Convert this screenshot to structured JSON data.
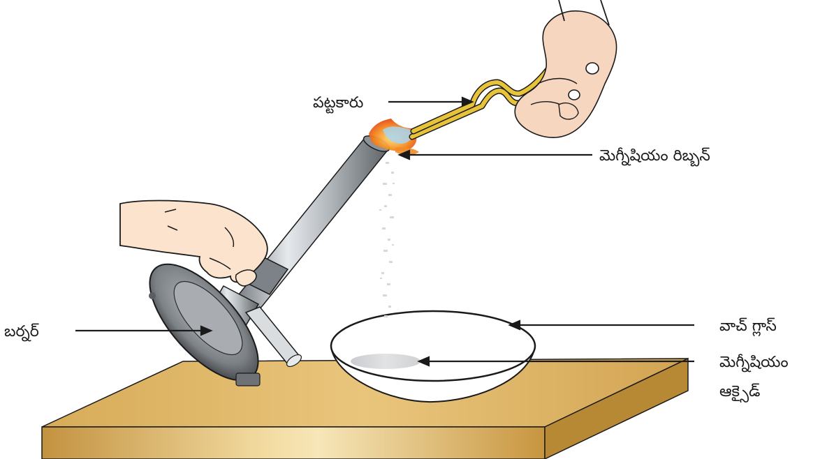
{
  "labels": {
    "tongs": "పట్టకారు",
    "ribbon": "మెగ్నీషియం రిబ్బన్",
    "burner": "బర్నర్",
    "watch_glass": "వాచ్ గ్లాస్",
    "oxide_line1": "మెగ్నీషియం",
    "oxide_line2": "ఆక్సైడ్"
  },
  "colors": {
    "table_top": "#e0b86a",
    "table_front": "#c99a45",
    "table_side": "#b88935",
    "burner_metal": "#9aa0a6",
    "burner_dark": "#4a4d52",
    "tongs": "#e7c33a",
    "skin": "#f6ddc6",
    "flame": "#f07a1c",
    "outline": "#1a1a1a"
  }
}
